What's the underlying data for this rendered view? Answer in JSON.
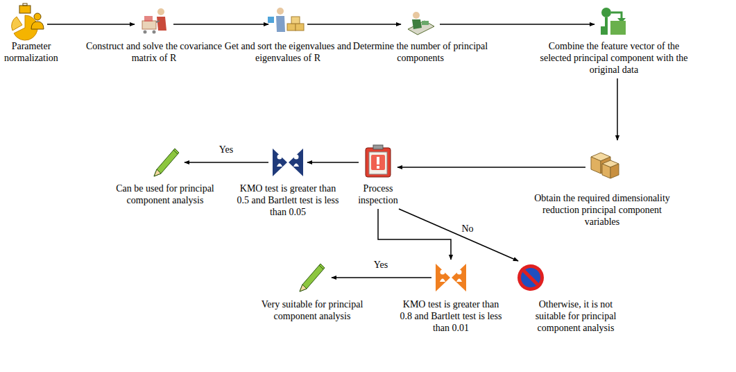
{
  "diagram": {
    "nodes": [
      {
        "text": [
          "Parameter normalization"
        ]
      },
      {
        "text": [
          "Construct and solve the covariance matrix of R"
        ]
      },
      {
        "text": [
          "Get and sort the eigenvalues and eigenvalues of R"
        ]
      },
      {
        "text": [
          "Determine the number of principal components"
        ]
      },
      {
        "text": [
          "Combine the feature vector of the selected principal component with the original data"
        ]
      },
      {
        "text": [
          "Obtain the required dimensionality reduction principal component variables"
        ]
      },
      {
        "text": [
          "Process inspection"
        ]
      },
      {
        "text": [
          "KMO test is greater than 0.5 and Bartlett test is less than 0.05"
        ]
      },
      {
        "text": [
          "Can be used for principal component analysis"
        ]
      },
      {
        "text": [
          "KMO test is greater than 0.8 and Bartlett test is less than 0.01"
        ]
      },
      {
        "text": [
          "Very suitable for principal component analysis"
        ]
      },
      {
        "text": [
          "Otherwise, it is not suitable for principal component analysis"
        ]
      }
    ],
    "edges": [
      {
        "from": 0,
        "to": 1,
        "arrow": "to"
      },
      {
        "from": 1,
        "to": 2,
        "arrow": "to"
      },
      {
        "from": 2,
        "to": 3,
        "arrow": "to"
      },
      {
        "from": 3,
        "to": 4,
        "arrow": "to"
      },
      {
        "from": 4,
        "to": 5,
        "arrow": "to"
      },
      {
        "from": 5,
        "to": 6,
        "arrow": "to"
      },
      {
        "from": 6,
        "to": 7,
        "arrow": "to"
      },
      {
        "from": 7,
        "to": 8,
        "label": "Yes",
        "arrow": "to"
      },
      {
        "from": 6,
        "to": 9,
        "arrow": "to"
      },
      {
        "from": 9,
        "to": 10,
        "label": "Yes",
        "arrow": "to"
      },
      {
        "from": 6,
        "to": 11,
        "label": "No",
        "arrow": "to"
      }
    ]
  }
}
